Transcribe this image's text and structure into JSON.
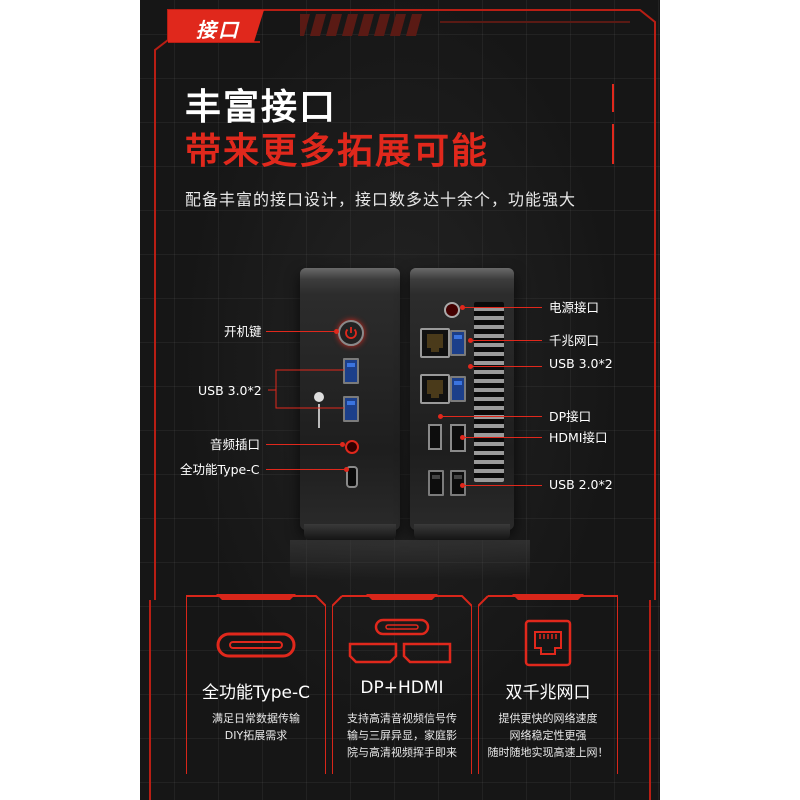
{
  "header": {
    "tab_label": "接口"
  },
  "hero": {
    "title_line1": "丰富接口",
    "title_line2": "带来更多拓展可能",
    "subtitle": "配备丰富的接口设计，接口数多达十余个，功能强大"
  },
  "front_labels": {
    "power_button": "开机键",
    "usb3": "USB 3.0*2",
    "audio": "音频插口",
    "typec": "全功能Type-C"
  },
  "rear_labels": {
    "power_jack": "电源接口",
    "lan": "千兆网口",
    "usb3": "USB 3.0*2",
    "dp": "DP接口",
    "hdmi": "HDMI接口",
    "usb2": "USB 2.0*2"
  },
  "cards": [
    {
      "icon": "typec-port-icon",
      "title": "全功能Type-C",
      "desc": [
        "满足日常数据传输",
        "DIY拓展需求"
      ]
    },
    {
      "icon": "dp-hdmi-ports-icon",
      "title": "DP+HDMI",
      "desc": [
        "支持高清音视频信号传",
        "输与三屏异显，家庭影",
        "院与高清视频挥手即来"
      ]
    },
    {
      "icon": "ethernet-port-icon",
      "title": "双千兆网口",
      "desc": [
        "提供更快的网络速度",
        "网络稳定性更强",
        "随时随地实现高速上网！"
      ]
    }
  ],
  "colors": {
    "accent": "#e0281c",
    "panel": "#161616"
  }
}
